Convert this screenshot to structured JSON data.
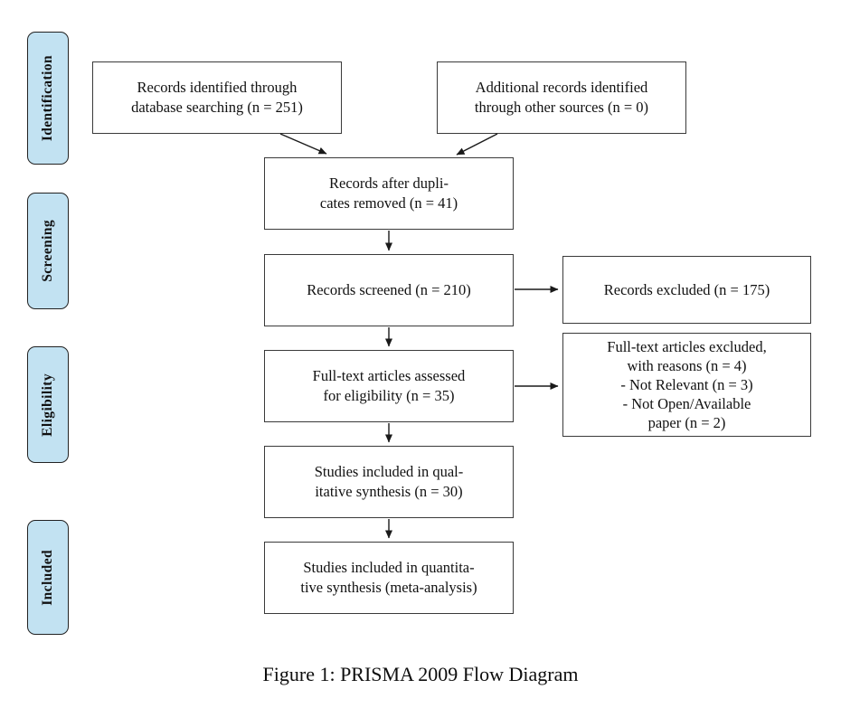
{
  "figure": {
    "caption": "Figure 1: PRISMA 2009 Flow Diagram",
    "type": "prisma-flow-diagram"
  },
  "stages": [
    {
      "label": "Identification"
    },
    {
      "label": "Screening"
    },
    {
      "label": "Eligibility"
    },
    {
      "label": "Included"
    }
  ],
  "boxes": {
    "records_identified": {
      "text": "Records identified through\ndatabase searching (n = 251)",
      "n": 251
    },
    "additional_records": {
      "text": "Additional records identified\nthrough other sources (n = 0)",
      "n": 0
    },
    "duplicates_removed": {
      "text": "Records after dupli-\ncates removed (n = 41)",
      "n": 41
    },
    "records_screened": {
      "text": "Records screened (n = 210)",
      "n": 210
    },
    "records_excluded": {
      "text": "Records excluded (n = 175)",
      "n": 175
    },
    "fulltext_assessed": {
      "text": "Full-text articles assessed\nfor eligibility (n = 35)",
      "n": 35
    },
    "fulltext_excluded": {
      "text": "Full-text articles excluded,\nwith reasons (n = 4)\n- Not Relevant (n = 3)\n- Not Open/Available\npaper (n = 2)",
      "n": 4,
      "reasons": [
        {
          "label": "Not Relevant",
          "n": 3
        },
        {
          "label": "Not Open/Available paper",
          "n": 2
        }
      ]
    },
    "qualitative": {
      "text": "Studies included in qual-\nitative synthesis (n = 30)",
      "n": 30
    },
    "quantitative": {
      "text": "Studies included in quantita-\ntive synthesis (meta-analysis)"
    }
  },
  "colors": {
    "stage_fill": "#c2e2f2",
    "box_border": "#3a3a3a",
    "line_color": "#1a1a1a",
    "background": "#ffffff"
  }
}
